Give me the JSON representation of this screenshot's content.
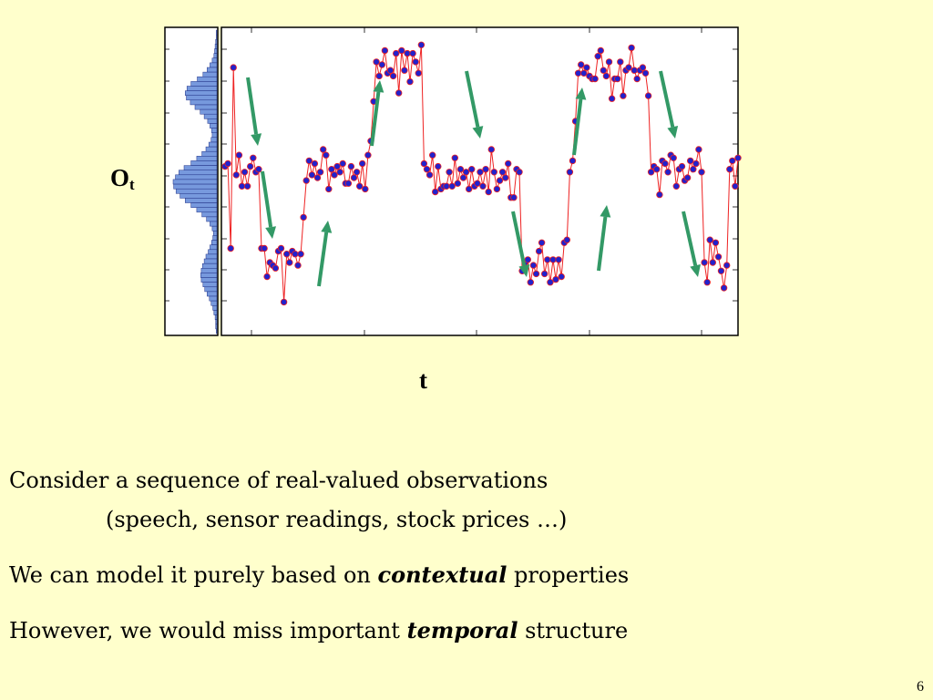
{
  "chart_data": {
    "type": "scatter",
    "ylabel_main": "O",
    "ylabel_sub": "t",
    "xlabel": "t",
    "xlim": [
      0,
      95
    ],
    "ylim": [
      0,
      100
    ],
    "grid": false,
    "legend": "none",
    "colors": {
      "marker": "#2222cc",
      "line": "#ee2222",
      "arrow": "#339966",
      "hist": "#7799dd"
    },
    "series": [
      {
        "values": [
          54,
          55,
          25,
          89,
          51,
          58,
          47,
          52,
          47,
          54,
          57,
          52,
          53,
          25,
          25,
          15,
          20,
          19,
          18,
          24,
          25,
          6,
          23,
          20,
          24,
          23,
          19,
          23,
          36,
          49,
          56,
          51,
          55,
          50,
          52,
          60,
          58,
          46,
          53,
          51,
          54,
          52,
          55,
          48,
          48,
          54,
          50,
          52,
          47,
          55,
          46,
          58,
          63,
          77,
          91,
          86,
          90,
          95,
          87,
          88,
          86,
          94,
          80,
          95,
          88,
          94,
          84,
          94,
          91,
          87,
          97,
          55,
          53,
          51,
          58,
          45,
          54,
          46,
          47,
          47,
          52,
          47,
          57,
          48,
          53,
          50,
          52,
          46,
          53,
          47,
          48,
          52,
          47,
          53,
          45,
          60,
          52,
          46,
          49,
          52,
          50,
          55,
          43,
          43,
          53,
          52,
          17,
          20,
          21,
          13,
          19,
          16,
          24,
          27,
          16,
          21,
          13,
          21,
          14,
          21,
          15,
          27,
          28,
          52,
          56,
          70,
          87,
          90,
          87,
          89,
          86,
          85,
          85,
          93,
          95,
          88,
          86,
          91,
          78,
          85,
          85,
          91,
          79,
          88,
          89,
          96,
          88,
          85,
          88,
          89,
          87,
          79,
          52,
          54,
          53,
          44,
          56,
          55,
          52,
          58,
          57,
          47,
          53,
          54,
          49,
          50,
          56,
          53,
          55,
          60,
          52,
          20,
          13,
          28,
          20,
          27,
          22,
          17,
          11,
          19,
          53,
          56,
          47,
          57
        ]
      }
    ],
    "histogram": [
      1,
      1,
      2,
      3,
      4,
      5,
      8,
      12,
      17,
      24,
      34,
      45,
      52,
      55,
      53,
      46,
      38,
      29,
      22,
      16,
      12,
      9,
      8,
      10,
      14,
      19,
      26,
      35,
      45,
      57,
      66,
      72,
      76,
      75,
      71,
      64,
      55,
      45,
      35,
      26,
      18,
      12,
      8,
      6,
      7,
      9,
      12,
      15,
      19,
      22,
      25,
      27,
      28,
      27,
      24,
      21,
      17,
      13,
      10,
      7,
      5,
      3,
      2,
      2,
      1
    ]
  },
  "text": {
    "line1": "Consider a sequence of real-valued observations",
    "line2": "(speech, sensor readings, stock prices …)",
    "line3_pre": "We can model it purely based on ",
    "line3_em": "contextual",
    "line3_post": " properties",
    "line4_pre": "However, we would miss important ",
    "line4_em": "temporal",
    "line4_post": " structure"
  },
  "page_number": "6"
}
